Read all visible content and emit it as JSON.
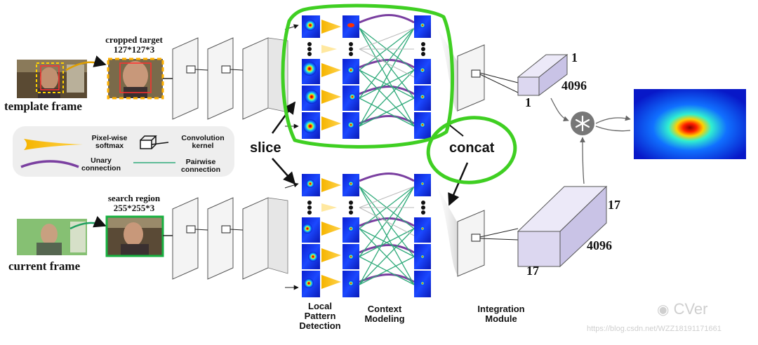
{
  "labels": {
    "template_frame": "template frame",
    "current_frame": "current frame",
    "cropped_target": "cropped target",
    "cropped_size": "127*127*3",
    "search_region": "search region",
    "search_size": "255*255*3",
    "slice": "slice",
    "concat": "concat",
    "local_pattern_l1": "Local",
    "local_pattern_l2": "Pattern",
    "local_pattern_l3": "Detection",
    "context_l1": "Context",
    "context_l2": "Modeling",
    "integration_l1": "Integration",
    "integration_l2": "Module",
    "dim_top_1": "1",
    "dim_top_4096": "4096",
    "dim_top_1b": "1",
    "dim_bot_17": "17",
    "dim_bot_4096": "4096",
    "dim_bot_17b": "17"
  },
  "legend": {
    "softmax_l1": "Pixel-wise",
    "softmax_l2": "softmax",
    "conv_l1": "Convolution",
    "conv_l2": "kernel",
    "unary_l1": "Unary",
    "unary_l2": "connection",
    "pairwise_l1": "Pairwise",
    "pairwise_l2": "connection"
  },
  "watermark": {
    "brand": "CVer",
    "url": "https://blog.csdn.net/WZZ18191171661"
  },
  "colors": {
    "highlight_green": "#3fcf22",
    "softmax_orange": "#f5b400",
    "unary_purple": "#7a3fa0",
    "pairwise_green": "#2faa7a",
    "heatmap_blue": "#1a2fc8",
    "feature_box": "#d9d5ee"
  }
}
